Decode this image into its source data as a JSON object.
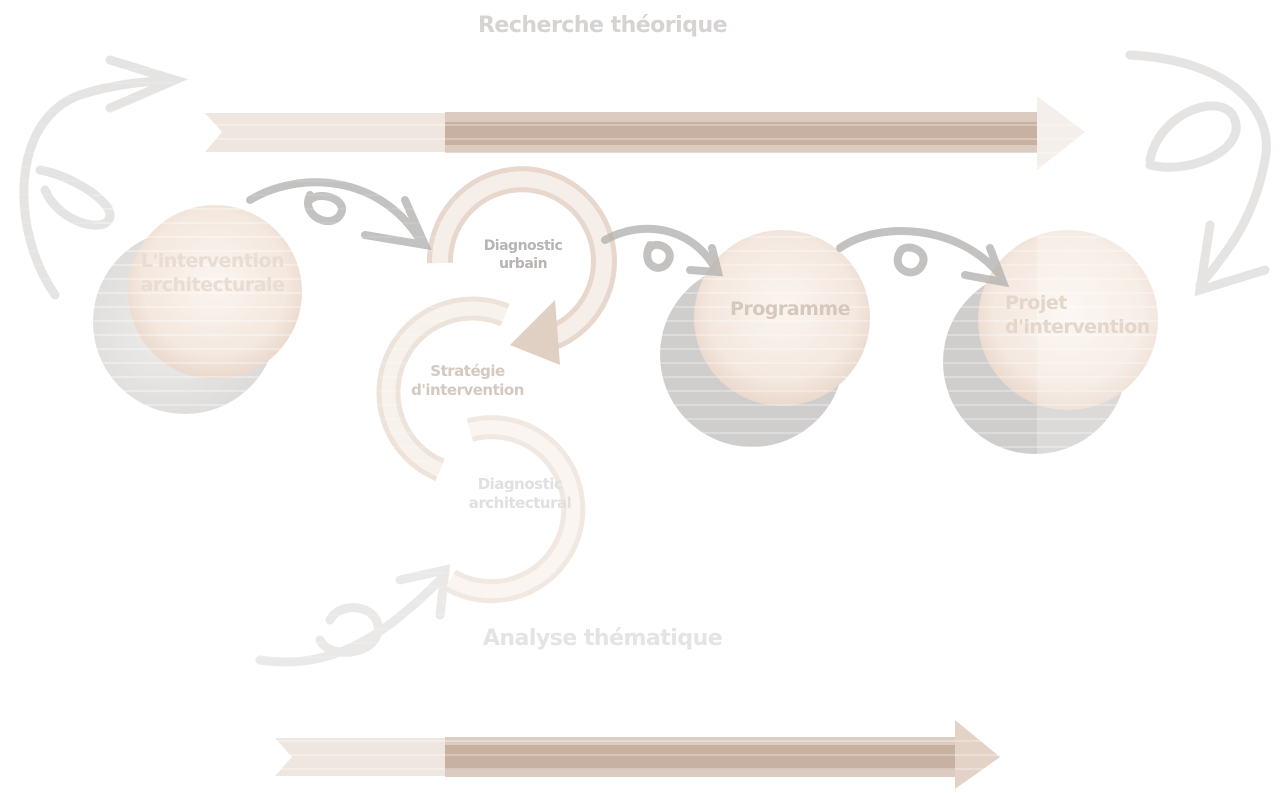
{
  "headings": {
    "top": "Recherche théorique",
    "bottom": "Analyse thématique"
  },
  "nodes": {
    "intervention": {
      "line1": "L'intervention",
      "line2": "architecturale"
    },
    "diag_urbain": {
      "line1": "Diagnostic",
      "line2": "urbain"
    },
    "strategie": {
      "line1": "Stratégie",
      "line2": "d'intervention"
    },
    "diag_archi": {
      "line1": "Diagnostic",
      "line2": "architectural"
    },
    "programme": {
      "line1": "Programme"
    },
    "projet": {
      "line1": "Projet",
      "line2": "d'intervention"
    }
  },
  "colors": {
    "arrow_band": "#c9b1a1",
    "arrow_light": "#efe6df",
    "circle_fill": "#f6ece5",
    "circle_shadow": "#d8d6d4",
    "connector": "#b9b7b5"
  }
}
